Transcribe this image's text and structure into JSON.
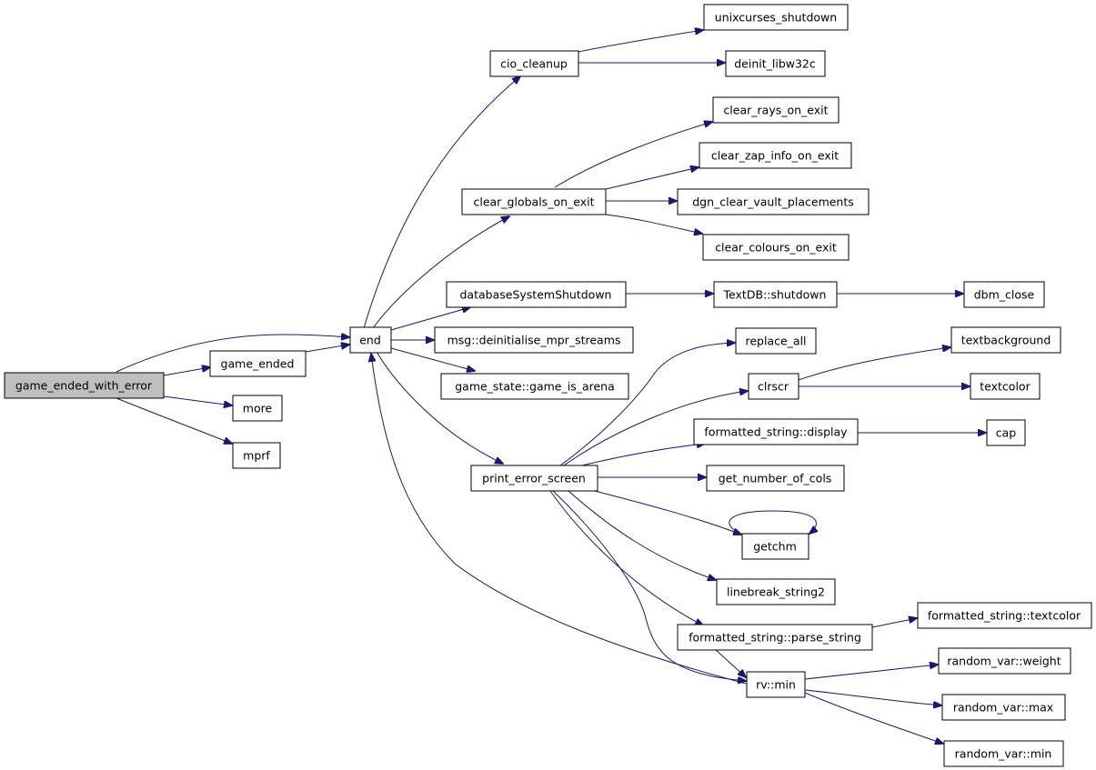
{
  "diagram": {
    "type": "call-graph",
    "colors": {
      "edge": "#191970",
      "node_border": "#000000",
      "root_fill": "#bfbfbf",
      "node_fill": "#ffffff"
    },
    "nodes": {
      "game_ended_with_error": "game_ended_with_error",
      "game_ended": "game_ended",
      "more": "more",
      "mprf": "mprf",
      "end": "end",
      "cio_cleanup": "cio_cleanup",
      "unixcurses_shutdown": "unixcurses_shutdown",
      "deinit_libw32c": "deinit_libw32c",
      "clear_rays_on_exit": "clear_rays_on_exit",
      "clear_zap_info_on_exit": "clear_zap_info_on_exit",
      "clear_globals_on_exit": "clear_globals_on_exit",
      "dgn_clear_vault_placements": "dgn_clear_vault_placements",
      "clear_colours_on_exit": "clear_colours_on_exit",
      "databaseSystemShutdown": "databaseSystemShutdown",
      "textdb_shutdown": "TextDB::shutdown",
      "dbm_close": "dbm_close",
      "msg_deinitialise": "msg::deinitialise_mpr_streams",
      "replace_all": "replace_all",
      "textbackground": "textbackground",
      "game_is_arena": "game_state::game_is_arena",
      "clrscr": "clrscr",
      "textcolor": "textcolor",
      "fs_display": "formatted_string::display",
      "cap": "cap",
      "print_error_screen": "print_error_screen",
      "get_number_of_cols": "get_number_of_cols",
      "getchm": "getchm",
      "linebreak_string2": "linebreak_string2",
      "fs_textcolor": "formatted_string::textcolor",
      "fs_parse_string": "formatted_string::parse_string",
      "random_var_weight": "random_var::weight",
      "rv_min": "rv::min",
      "random_var_max": "random_var::max",
      "random_var_min": "random_var::min"
    }
  }
}
